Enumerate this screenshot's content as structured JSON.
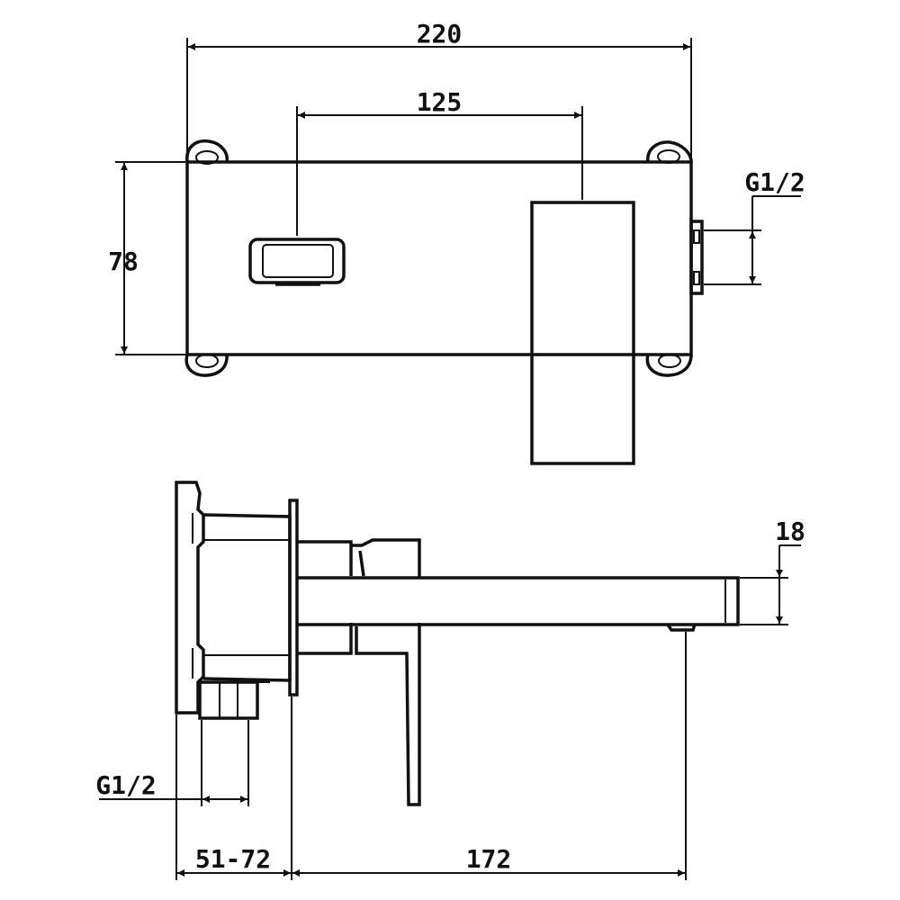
{
  "dimensions": {
    "overall_width": "220",
    "handle_to_spout": "125",
    "plate_height": "78",
    "thread_top": "G1/2",
    "spout_height": "18",
    "thread_bottom": "G1/2",
    "wall_range": "51-72",
    "spout_reach": "172"
  },
  "colors": {
    "line": "#111111",
    "background": "#ffffff"
  }
}
